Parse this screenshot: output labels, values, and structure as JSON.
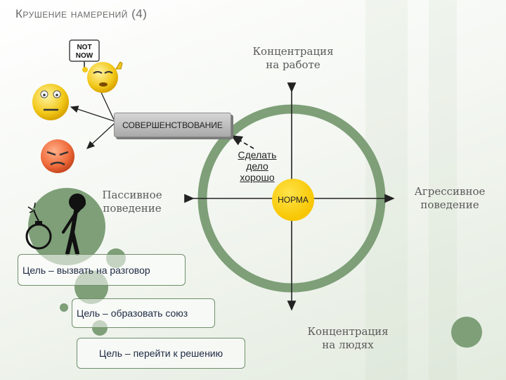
{
  "slide": {
    "title": "Крушение намерений (4)"
  },
  "diagram": {
    "top_label": "Концентрация\nна работе",
    "bottom_label": "Концентрация\nна людях",
    "left_label": "Пассивное\nповедение",
    "right_label": "Агрессивное\nповедение",
    "center_label": "НОРМА",
    "do_well_label": "Сделать дело хорошо",
    "improvement_label": "СОВЕРШЕНСТВОВАНИЕ",
    "sign_text": "NOT\nNOW",
    "ring_color": "#7e9f78",
    "center_color": "#f7c600"
  },
  "goals": [
    {
      "label": "Цель – вызвать на разговор"
    },
    {
      "label": "Цель – образовать союз"
    },
    {
      "label": "Цель – перейти к решению"
    }
  ],
  "icons": [
    "sleepy-smiley-icon",
    "neutral-smiley-icon",
    "angry-smiley-icon",
    "bomb-man-icon",
    "not-now-sign-icon"
  ]
}
